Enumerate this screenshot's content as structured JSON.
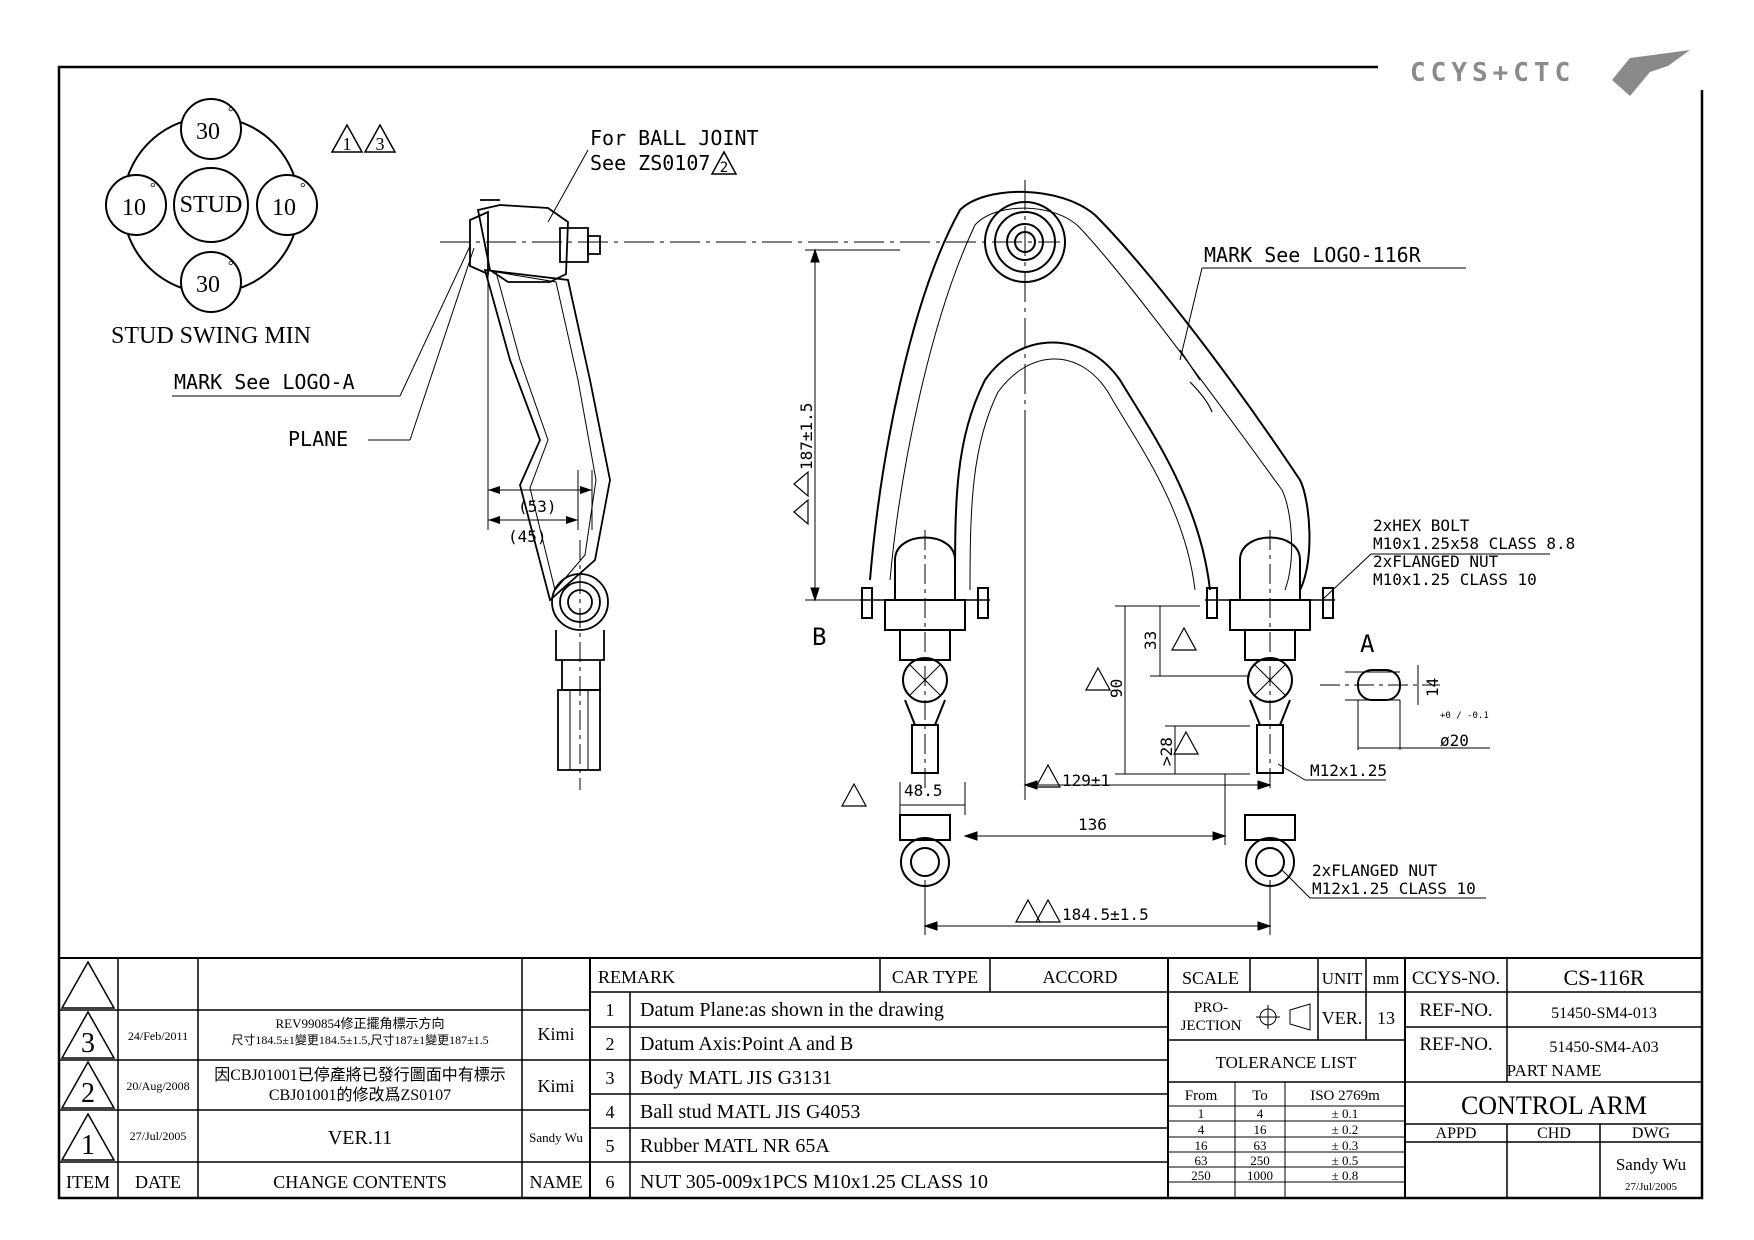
{
  "logo": {
    "text": "CCYS+CTC"
  },
  "swing": {
    "top": "30",
    "bottom": "30",
    "left": "10",
    "right": "10",
    "center": "STUD",
    "deg": "°",
    "caption": "STUD SWING MIN"
  },
  "tri": {
    "one": "1",
    "two": "2",
    "three": "3"
  },
  "notes": {
    "ball_joint_1": "For BALL JOINT",
    "ball_joint_2": "See ZS0107",
    "mark_116r": "MARK See LOGO-116R",
    "mark_a": "MARK See LOGO-A",
    "plane": "PLANE",
    "hex_bolt_1": "2xHEX BOLT",
    "hex_bolt_2": "M10x1.25x58 CLASS 8.8",
    "hex_bolt_3": "2xFLANGED NUT",
    "hex_bolt_4": "M10x1.25 CLASS 10",
    "flanged_nut_1": "2xFLANGED NUT",
    "flanged_nut_2": "M12x1.25 CLASS 10",
    "m12": "M12x1.25",
    "point_a": "A",
    "point_b": "B"
  },
  "dims": {
    "d53": "(53)",
    "d45": "(45)",
    "d187": "187±1.5",
    "d33": "33",
    "d90": "90",
    "d28": ">28",
    "d14": "14",
    "d20": "ø20",
    "d20_tol": "+0 / -0.1",
    "d48": "48.5",
    "d129": "129±1",
    "d136": "136",
    "d184": "184.5±1.5"
  },
  "revisions": {
    "rows": [
      {
        "mark": "3",
        "date": "24/Feb/2011",
        "content_1": "REV990854修正擺角標示方向",
        "content_2": "尺寸184.5±1變更184.5±1.5,尺寸187±1變更187±1.5",
        "name": "Kimi"
      },
      {
        "mark": "2",
        "date": "20/Aug/2008",
        "content_1": "因CBJ01001已停產將已發行圖面中有標示",
        "content_2": "CBJ01001的修改爲ZS0107",
        "name": "Kimi"
      },
      {
        "mark": "1",
        "date": "27/Jul/2005",
        "content_1": "VER.11",
        "content_2": "",
        "name": "Sandy Wu"
      }
    ],
    "headers": {
      "item": "ITEM",
      "date": "DATE",
      "content": "CHANGE CONTENTS",
      "name": "NAME"
    }
  },
  "remarks": {
    "header": "REMARK",
    "car_type_label": "CAR TYPE",
    "car_type": "ACCORD",
    "items": [
      {
        "n": "1",
        "text": "Datum Plane:as shown in the drawing"
      },
      {
        "n": "2",
        "text": "Datum Axis:Point A and B"
      },
      {
        "n": "3",
        "text": "Body MATL JIS G3131"
      },
      {
        "n": "4",
        "text": "Ball stud MATL JIS G4053"
      },
      {
        "n": "5",
        "text": "Rubber MATL NR 65A"
      },
      {
        "n": "6",
        "text": "NUT 305-009x1PCS M10x1.25 CLASS 10"
      }
    ]
  },
  "spec": {
    "scale_label": "SCALE",
    "scale_value": "",
    "unit_label": "UNIT",
    "unit_value": "mm",
    "projection_1": "PRO-",
    "projection_2": "JECTION",
    "ver_label": "VER.",
    "ver_value": "13",
    "tolerance_title": "TOLERANCE LIST",
    "tol_headers": {
      "from": "From",
      "to": "To",
      "iso": "ISO 2769m"
    },
    "tolerances": [
      {
        "from": "1",
        "to": "4",
        "tol": "± 0.1"
      },
      {
        "from": "4",
        "to": "16",
        "tol": "± 0.2"
      },
      {
        "from": "16",
        "to": "63",
        "tol": "± 0.3"
      },
      {
        "from": "63",
        "to": "250",
        "tol": "± 0.5"
      },
      {
        "from": "250",
        "to": "1000",
        "tol": "± 0.8"
      }
    ]
  },
  "title": {
    "ccys_label": "CCYS-NO.",
    "ccys_value": "CS-116R",
    "ref1_label": "REF-NO.",
    "ref1_value": "51450-SM4-013",
    "ref2_label": "REF-NO.",
    "ref2_value": "51450-SM4-A03",
    "part_label": "PART NAME",
    "part_value": "CONTROL ARM",
    "appd": "APPD",
    "chd": "CHD",
    "dwg": "DWG",
    "drawn_by": "Sandy Wu",
    "drawn_date": "27/Jul/2005"
  }
}
